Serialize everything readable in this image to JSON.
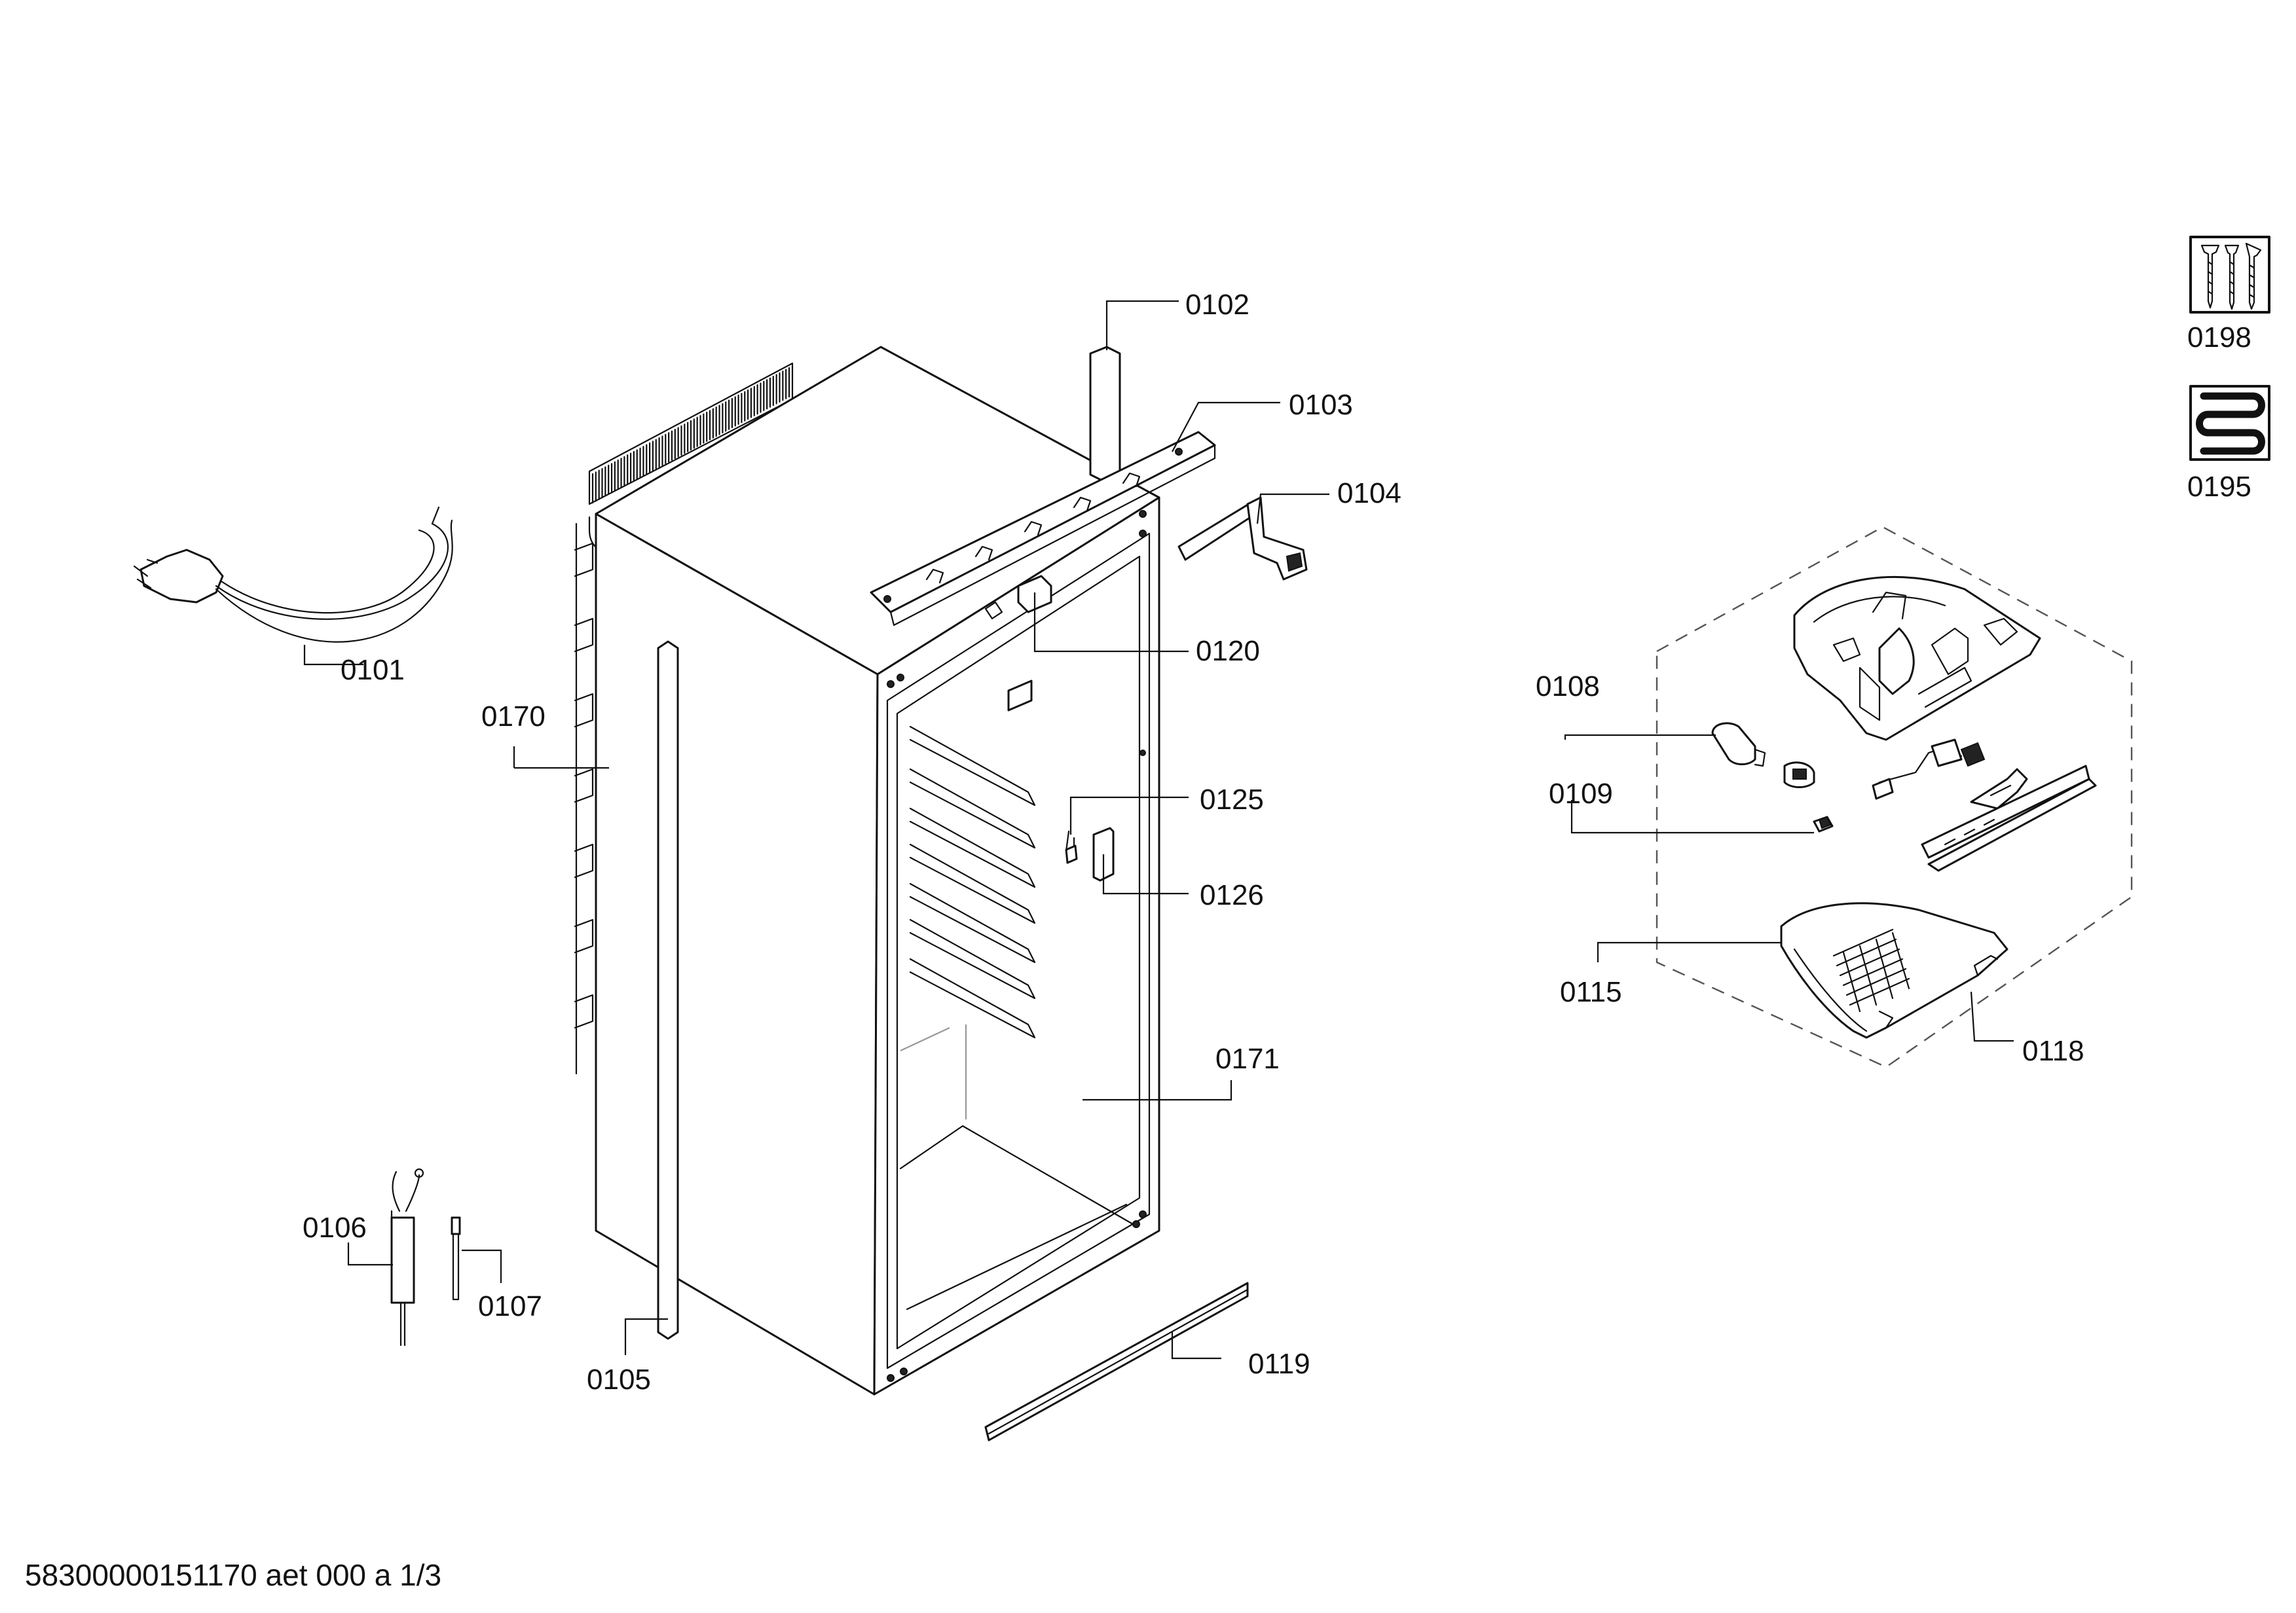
{
  "callouts": {
    "p0101": "0101",
    "p0102": "0102",
    "p0103": "0103",
    "p0104": "0104",
    "p0105": "0105",
    "p0106": "0106",
    "p0107": "0107",
    "p0108": "0108",
    "p0109": "0109",
    "p0115": "0115",
    "p0118": "0118",
    "p0119": "0119",
    "p0120": "0120",
    "p0125": "0125",
    "p0126": "0126",
    "p0170": "0170",
    "p0171": "0171",
    "p0195": "0195",
    "p0198": "0198"
  },
  "icons": {
    "screws": "screw-set-icon",
    "heater": "heating-element-icon"
  },
  "footer": {
    "document_code": "58300000151170 aet 000 a 1/3"
  }
}
